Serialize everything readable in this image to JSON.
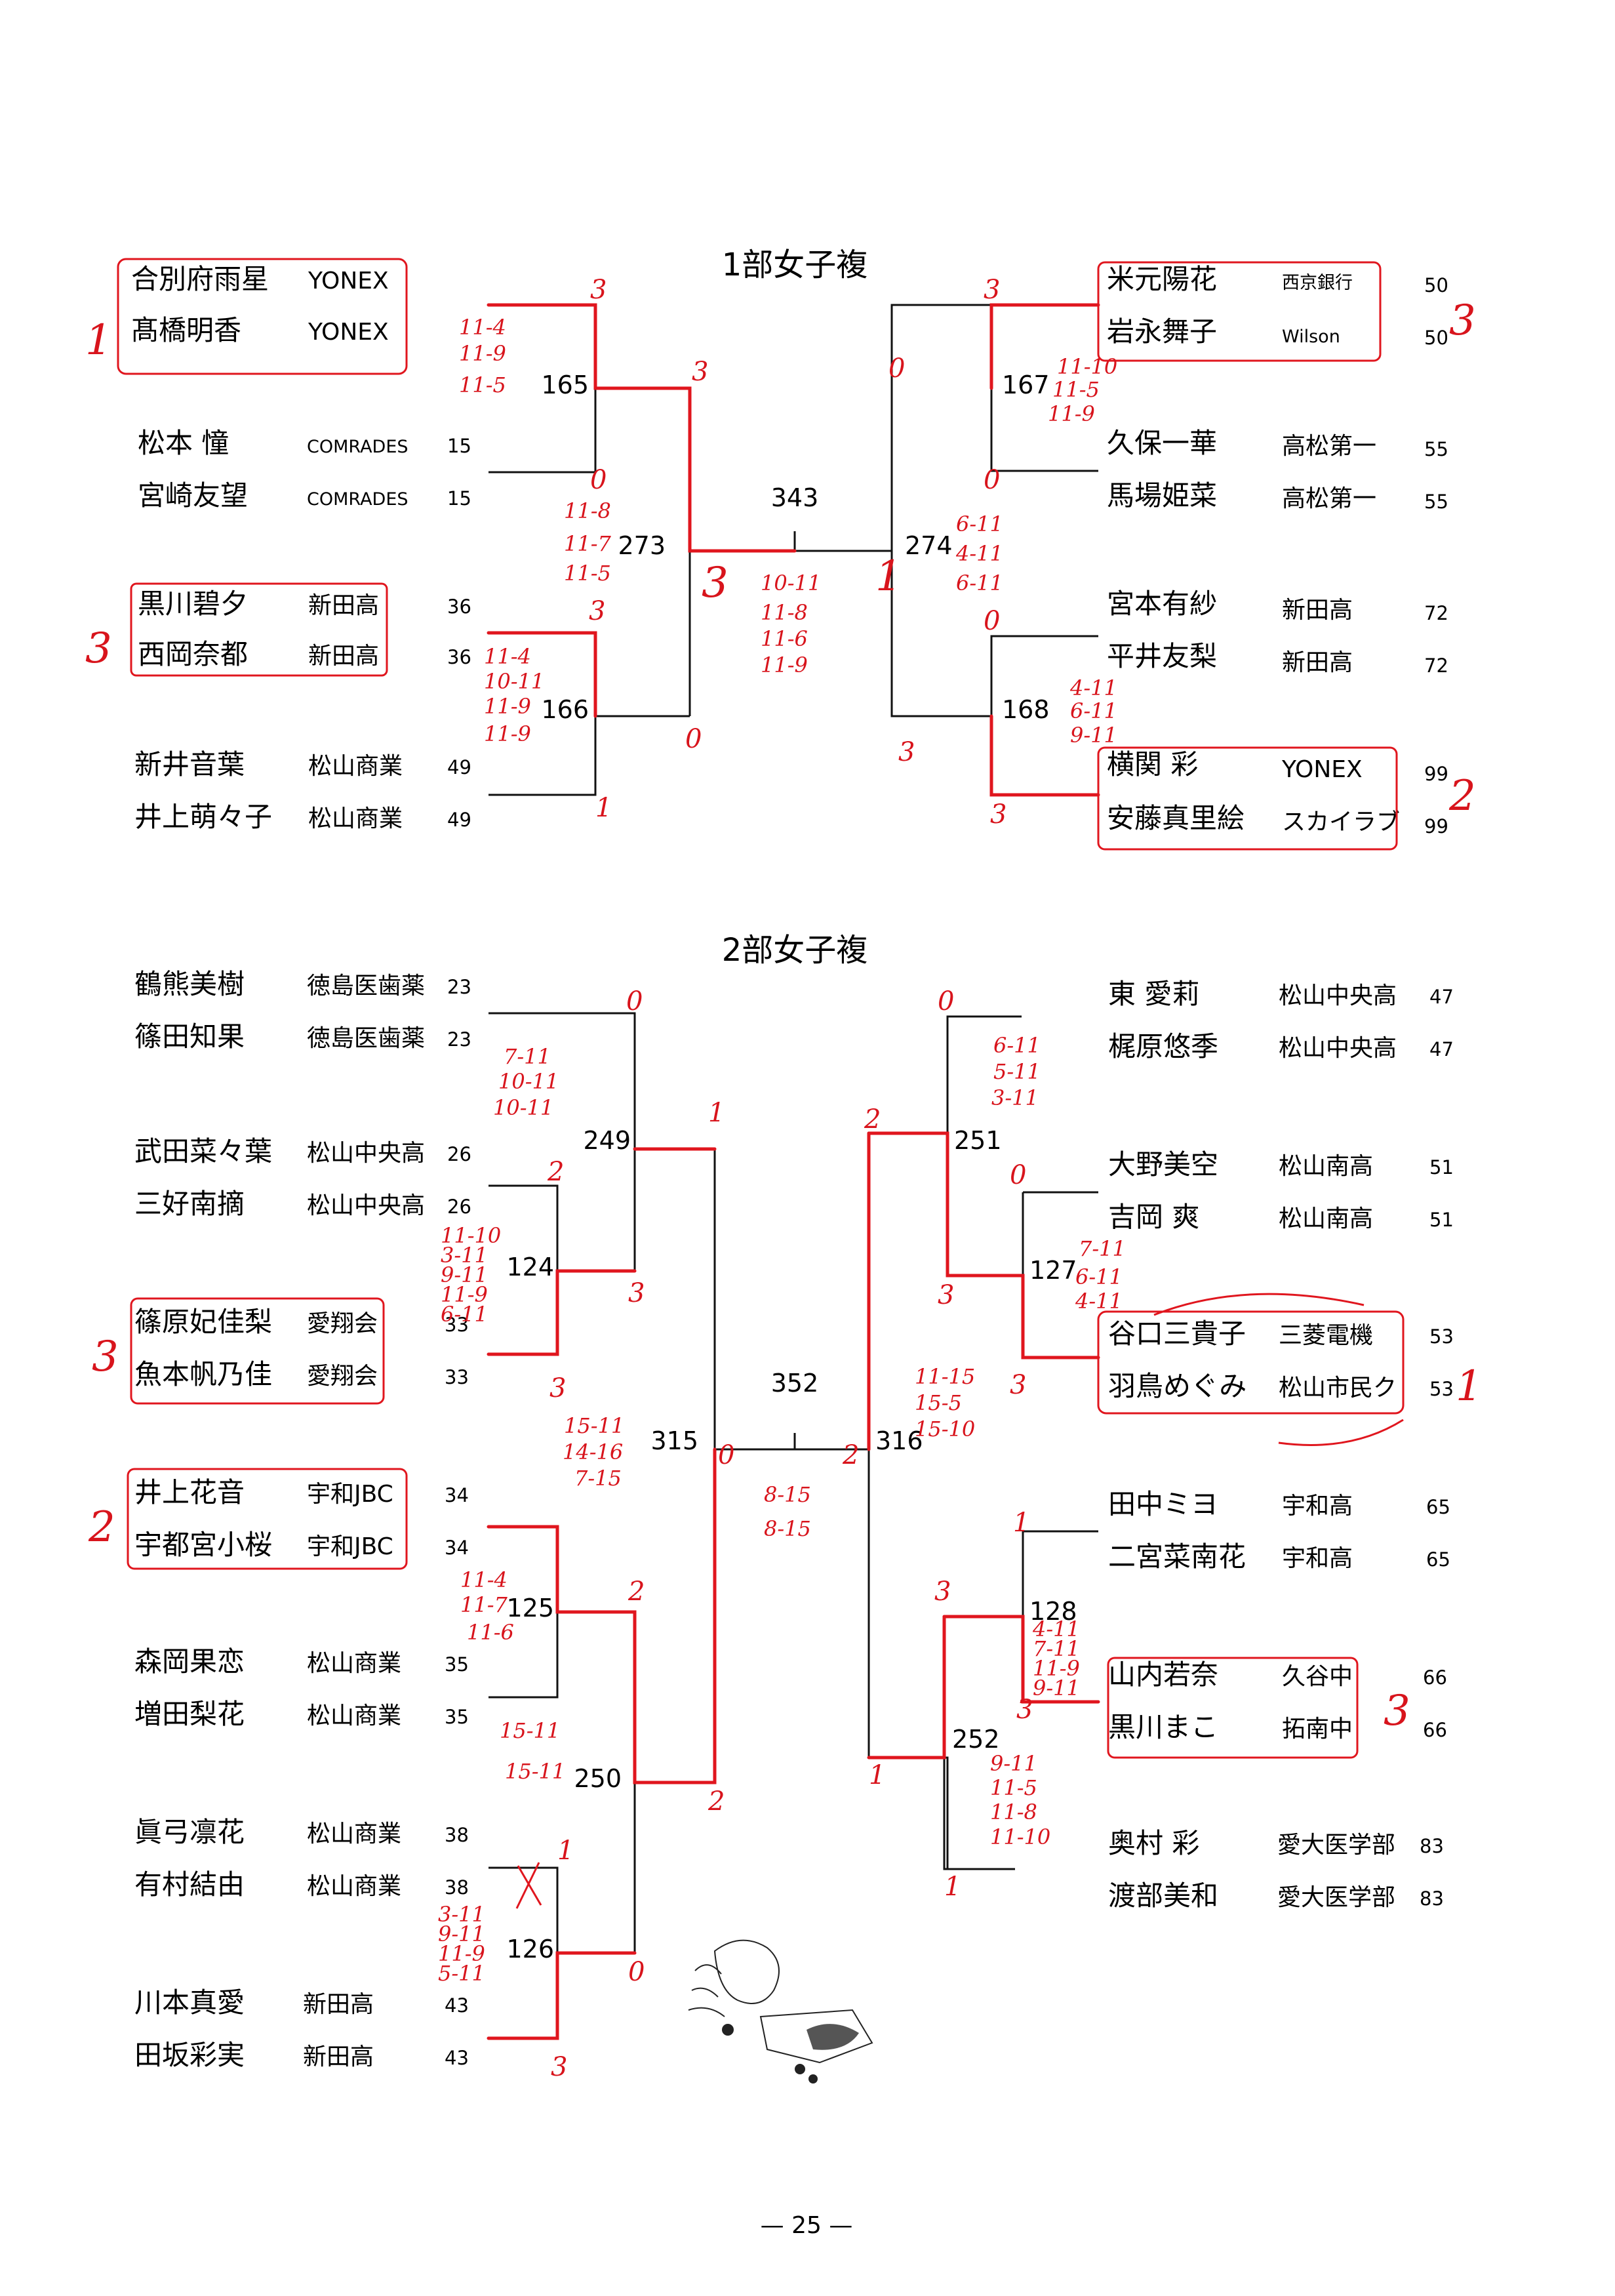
{
  "division1": {
    "title": "1部女子複",
    "matches": {
      "final": "343",
      "semi_left": "273",
      "semi_right": "274",
      "qf_1": "165",
      "qf_2": "166",
      "qf_3": "167",
      "qf_4": "168"
    },
    "left": [
      {
        "name1": "合別府雨星",
        "name2": "髙橋明香",
        "club1": "YONEX",
        "club2": "YONEX",
        "seed": ""
      },
      {
        "name1": "松本 憧",
        "name2": "宮崎友望",
        "club1": "COMRADES",
        "club2": "COMRADES",
        "seed": "15"
      },
      {
        "name1": "黒川碧夕",
        "name2": "西岡奈都",
        "club1": "新田高",
        "club2": "新田高",
        "seed": "36"
      },
      {
        "name1": "新井音葉",
        "name2": "井上萌々子",
        "club1": "松山商業",
        "club2": "松山商業",
        "seed": "49"
      }
    ],
    "right": [
      {
        "name1": "米元陽花",
        "name2": "岩永舞子",
        "club1": "西京銀行",
        "club2": "Wilson",
        "seed": "50"
      },
      {
        "name1": "久保一華",
        "name2": "馬場姫菜",
        "club1": "高松第一",
        "club2": "高松第一",
        "seed": "55"
      },
      {
        "name1": "宮本有紗",
        "name2": "平井友梨",
        "club1": "新田高",
        "club2": "新田高",
        "seed": "72"
      },
      {
        "name1": "横関 彩",
        "name2": "安藤真里絵",
        "club1": "YONEX",
        "club2": "スカイラブ",
        "seed": "99"
      }
    ],
    "handwritten": {
      "places": {
        "left_first": "1",
        "left_third": "3",
        "right_first": "3",
        "right_fourth": "2"
      },
      "scores": {
        "qf165": [
          "11-4",
          "11-9",
          "11-5"
        ],
        "qf166": [
          "11-4",
          "10-11",
          "11-9",
          "11-9"
        ],
        "sf273": [
          "11-8",
          "11-7",
          "11-5"
        ],
        "final": [
          "10-11",
          "11-8",
          "11-6",
          "11-9"
        ],
        "sf274": [
          "6-11",
          "4-11",
          "6-11"
        ],
        "qf167": [
          "11-10",
          "11-5",
          "11-9"
        ],
        "qf168": [
          "4-11",
          "6-11",
          "9-11"
        ]
      },
      "games": {
        "l1": "3",
        "l2": "0",
        "l3": "3",
        "l4": "1",
        "l165": "3",
        "l166": "0",
        "l273": "3",
        "r1": "3",
        "r2": "0",
        "r3": "0",
        "r4": "3",
        "r167": "0",
        "r168": "3",
        "r274": "1"
      }
    }
  },
  "division2": {
    "title": "2部女子複",
    "matches": {
      "final": "352",
      "semi_left": "315",
      "semi_right": "316",
      "m249": "249",
      "m250": "250",
      "m251": "251",
      "m252": "252",
      "m124": "124",
      "m125": "125",
      "m126": "126",
      "m127": "127",
      "m128": "128"
    },
    "left": [
      {
        "name1": "鶴熊美樹",
        "name2": "篠田知果",
        "club1": "徳島医歯薬",
        "club2": "徳島医歯薬",
        "seed": "23"
      },
      {
        "name1": "武田菜々葉",
        "name2": "三好南摘",
        "club1": "松山中央高",
        "club2": "松山中央高",
        "seed": "26"
      },
      {
        "name1": "篠原妃佳梨",
        "name2": "魚本帆乃佳",
        "club1": "愛翔会",
        "club2": "愛翔会",
        "seed": "33"
      },
      {
        "name1": "井上花音",
        "name2": "宇都宮小桜",
        "club1": "宇和JBC",
        "club2": "宇和JBC",
        "seed": "34"
      },
      {
        "name1": "森岡果恋",
        "name2": "増田梨花",
        "club1": "松山商業",
        "club2": "松山商業",
        "seed": "35"
      },
      {
        "name1": "眞弓凛花",
        "name2": "有村結由",
        "club1": "松山商業",
        "club2": "松山商業",
        "seed": "38"
      },
      {
        "name1": "川本真愛",
        "name2": "田坂彩実",
        "club1": "新田高",
        "club2": "新田高",
        "seed": "43"
      }
    ],
    "right": [
      {
        "name1": "東 愛莉",
        "name2": "梶原悠季",
        "club1": "松山中央高",
        "club2": "松山中央高",
        "seed": "47"
      },
      {
        "name1": "大野美空",
        "name2": "吉岡 爽",
        "club1": "松山南高",
        "club2": "松山南高",
        "seed": "51"
      },
      {
        "name1": "谷口三貴子",
        "name2": "羽鳥めぐみ",
        "club1": "三菱電機",
        "club2": "松山市民ク",
        "seed": "53"
      },
      {
        "name1": "田中ミヨ",
        "name2": "二宮菜南花",
        "club1": "宇和高",
        "club2": "宇和高",
        "seed": "65"
      },
      {
        "name1": "山内若奈",
        "name2": "黒川まこ",
        "club1": "久谷中",
        "club2": "拓南中",
        "seed": "66"
      },
      {
        "name1": "奥村 彩",
        "name2": "渡部美和",
        "club1": "愛大医学部",
        "club2": "愛大医学部",
        "seed": "83"
      }
    ],
    "handwritten": {
      "places": {
        "left_third": "3",
        "left_fourth": "2",
        "right_third": "1",
        "right_fifth": "3"
      },
      "scores": {
        "m249": [
          "7-11",
          "10-11",
          "10-11"
        ],
        "m124": [
          "11-10",
          "3-11",
          "9-11",
          "11-9",
          "6-11"
        ],
        "m315": [
          "15-11",
          "14-16",
          "7-15"
        ],
        "m125": [
          "11-4",
          "11-7",
          "11-6"
        ],
        "m250": [
          "15-11",
          "15-11"
        ],
        "m126": [
          "3-11",
          "9-11",
          "11-9",
          "5-11"
        ],
        "final": [
          "8-15",
          "8-15"
        ],
        "m251": [
          "6-11",
          "5-11",
          "3-11"
        ],
        "m127": [
          "7-11",
          "6-11",
          "4-11"
        ],
        "m316": [
          "11-15",
          "15-5",
          "15-10"
        ],
        "m128": [
          "4-11",
          "7-11",
          "11-9",
          "9-11"
        ],
        "m252": [
          "9-11",
          "11-5",
          "11-8",
          "11-10"
        ]
      },
      "games": {
        "g1": "0",
        "g2": "2",
        "g3": "3",
        "g4": "3",
        "g5": "2",
        "g6": "1",
        "g7": "0",
        "g8": "3",
        "g249": "1",
        "g250": "2",
        "g315": "0",
        "h1": "0",
        "h2": "0",
        "h3": "3",
        "h4": "3",
        "h5": "1",
        "h6": "3",
        "h7": "1",
        "h251": "2",
        "h252": "1",
        "h127": "3",
        "h128": "3",
        "h316": "2"
      }
    }
  },
  "footer": {
    "page_number": "— 25 —"
  },
  "colors": {
    "ink": "#111111",
    "annotation": "#e0161e"
  }
}
